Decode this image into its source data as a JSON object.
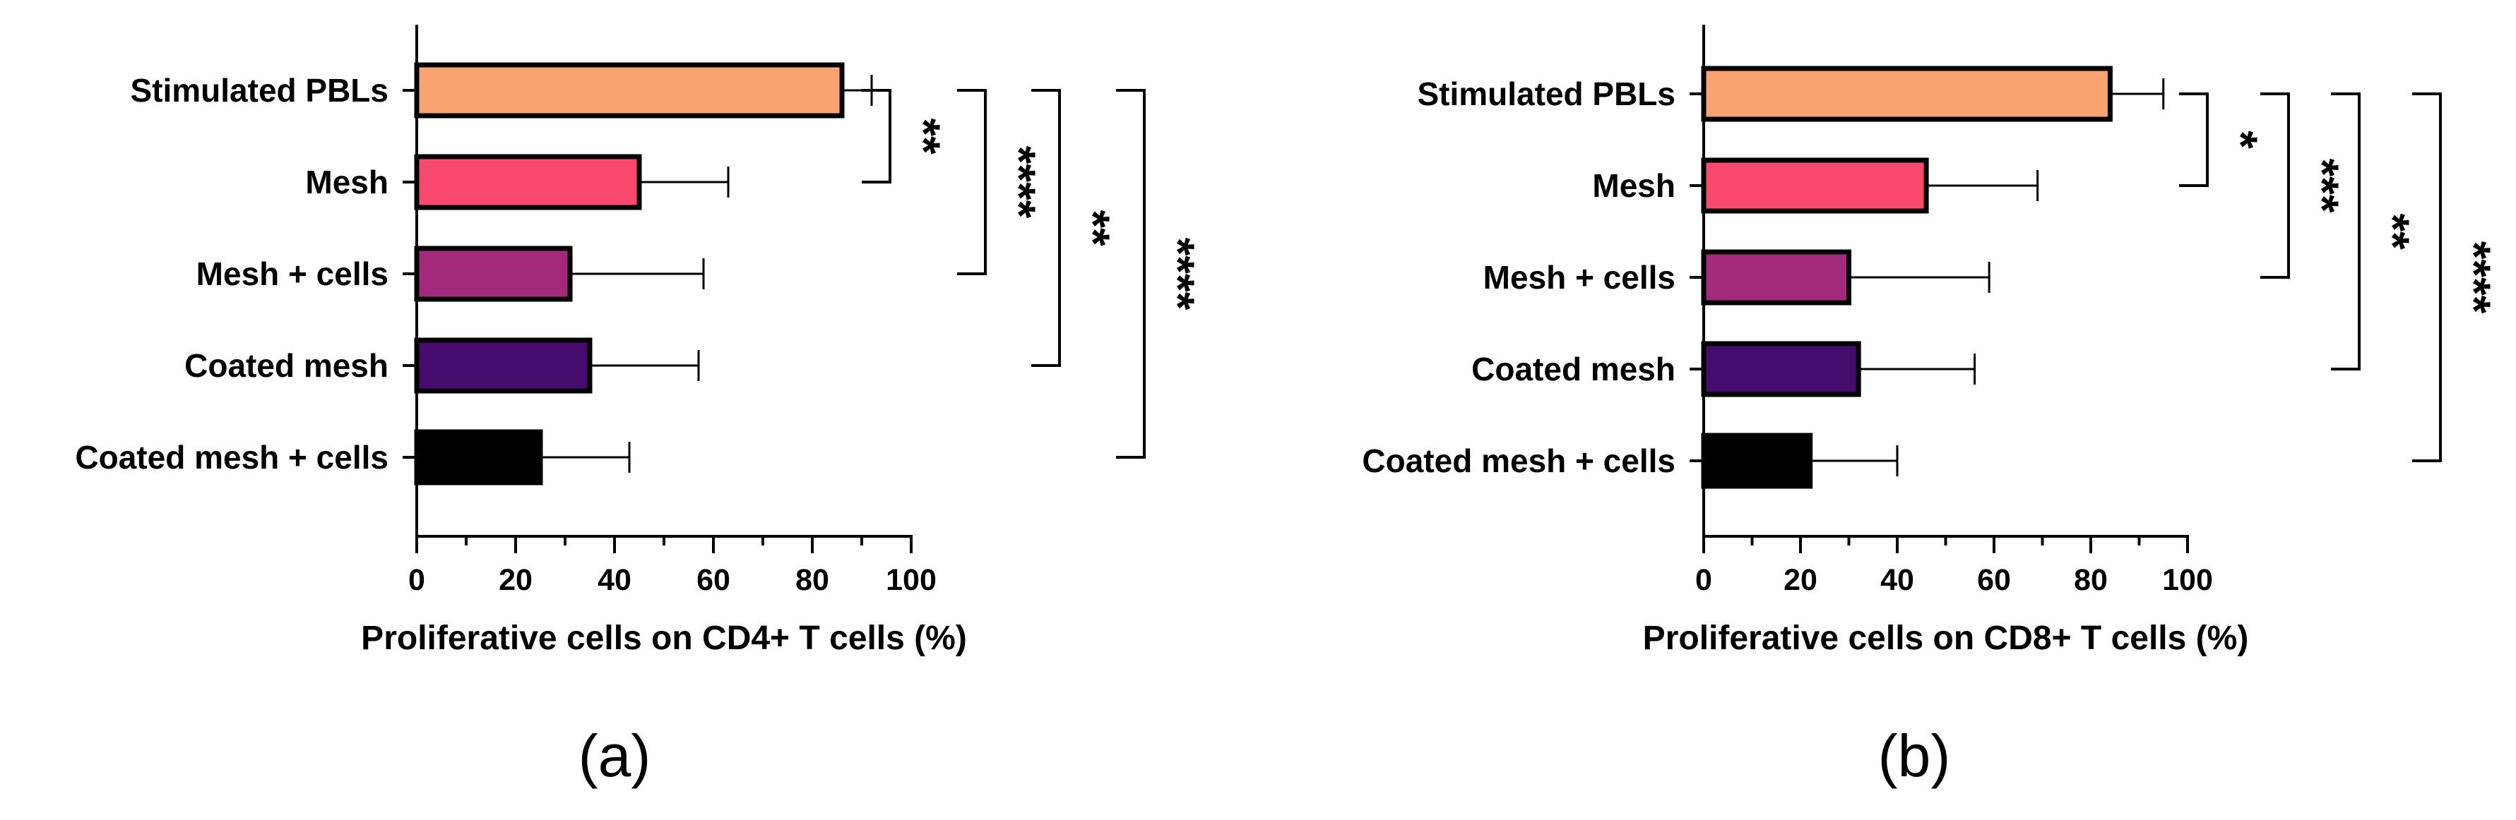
{
  "chart_data": [
    {
      "type": "bar",
      "orientation": "horizontal",
      "panel_label": "(a)",
      "xlabel": "Proliferative cells on CD4+ T cells (%)",
      "xlim": [
        0,
        100
      ],
      "xticks": [
        0,
        20,
        40,
        60,
        80,
        100
      ],
      "categories": [
        "Stimulated PBLs",
        "Mesh",
        "Mesh + cells",
        "Coated mesh",
        "Coated mesh + cells"
      ],
      "values": [
        86,
        45,
        31,
        35,
        25
      ],
      "errors": [
        6,
        18,
        27,
        22,
        18
      ],
      "bar_colors": [
        "#F9A470",
        "#F94A6E",
        "#A2297C",
        "#460B6E",
        "#000000"
      ],
      "significance": [
        {
          "from": "Stimulated PBLs",
          "to": "Mesh",
          "label": "**"
        },
        {
          "from": "Stimulated PBLs",
          "to": "Mesh + cells",
          "label": "****"
        },
        {
          "from": "Stimulated PBLs",
          "to": "Coated mesh",
          "label": "**"
        },
        {
          "from": "Stimulated PBLs",
          "to": "Coated mesh + cells",
          "label": "****"
        }
      ]
    },
    {
      "type": "bar",
      "orientation": "horizontal",
      "panel_label": "(b)",
      "xlabel": "Proliferative cells on CD8+ T cells (%)",
      "xlim": [
        0,
        100
      ],
      "xticks": [
        0,
        20,
        40,
        60,
        80,
        100
      ],
      "categories": [
        "Stimulated PBLs",
        "Mesh",
        "Mesh + cells",
        "Coated mesh",
        "Coated mesh + cells"
      ],
      "values": [
        84,
        46,
        30,
        32,
        22
      ],
      "errors": [
        11,
        23,
        29,
        24,
        18
      ],
      "bar_colors": [
        "#F9A470",
        "#F94A6E",
        "#A2297C",
        "#460B6E",
        "#000000"
      ],
      "significance": [
        {
          "from": "Stimulated PBLs",
          "to": "Mesh",
          "label": "*"
        },
        {
          "from": "Stimulated PBLs",
          "to": "Mesh + cells",
          "label": "***"
        },
        {
          "from": "Stimulated PBLs",
          "to": "Coated mesh",
          "label": "**"
        },
        {
          "from": "Stimulated PBLs",
          "to": "Coated mesh + cells",
          "label": "****"
        }
      ]
    }
  ]
}
